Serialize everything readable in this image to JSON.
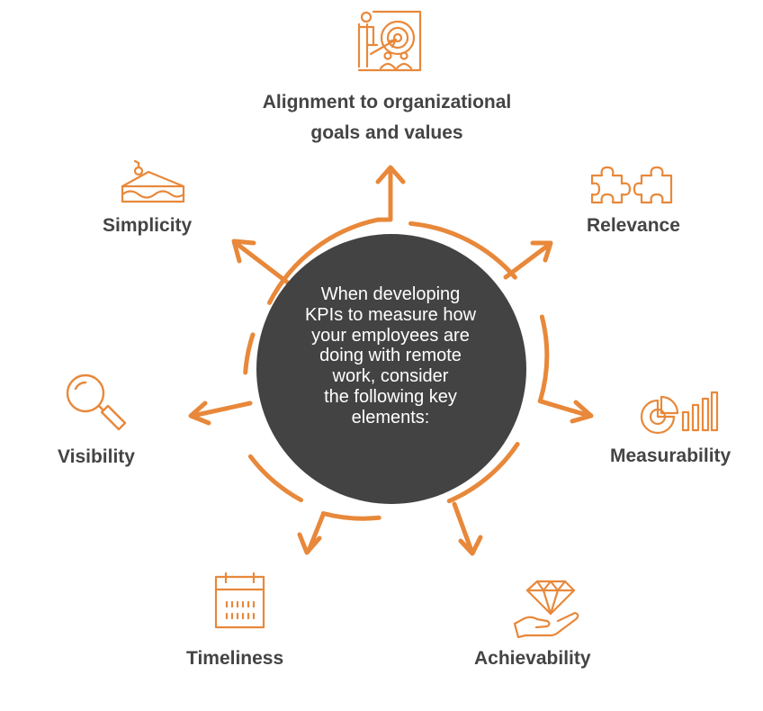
{
  "center": {
    "lines": [
      "When developing",
      "KPIs to measure how",
      "your employees are",
      "doing with remote",
      "work, consider",
      "the following key",
      "elements:"
    ]
  },
  "elements": {
    "alignment": {
      "line1": "Alignment to organizational",
      "line2": "goals and values",
      "icon": "target-presentation-icon"
    },
    "relevance": {
      "label": "Relevance",
      "icon": "puzzle-pieces-icon"
    },
    "measurability": {
      "label": "Measurability",
      "icon": "pie-bar-chart-icon"
    },
    "achievability": {
      "label": "Achievability",
      "icon": "diamond-hand-icon"
    },
    "timeliness": {
      "label": "Timeliness",
      "icon": "calendar-icon"
    },
    "visibility": {
      "label": "Visibility",
      "icon": "magnifier-icon"
    },
    "simplicity": {
      "label": "Simplicity",
      "icon": "cake-slice-icon"
    }
  },
  "colors": {
    "accent": "#e8883a",
    "center_fill": "#434343",
    "label_text": "#444444",
    "center_text": "#ffffff"
  }
}
